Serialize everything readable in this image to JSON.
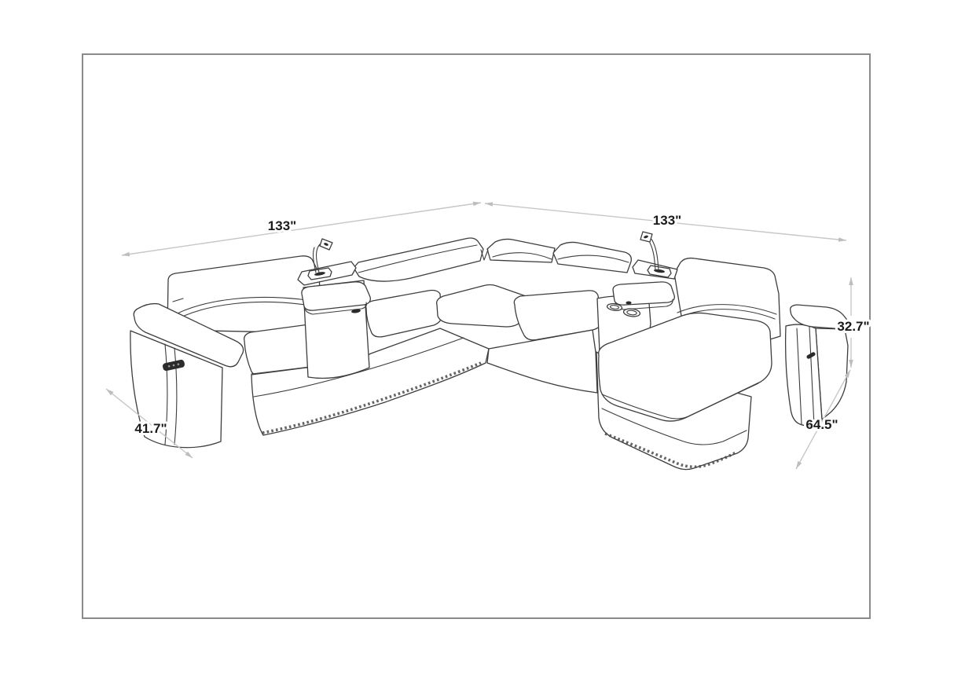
{
  "page": {
    "background": "#ffffff",
    "frame_border_color": "#8a8a8a"
  },
  "diagram": {
    "name": "sectional-sofa-dimension-diagram",
    "style": "isometric technical line drawing",
    "line_color": "#3d3d3d",
    "dimension_line_color": "#c7c7c7",
    "label_color": "#1a1a1a",
    "product": {
      "type": "U-shaped sectional sofa with chaise",
      "features": [
        "adjustable-headrests",
        "left-arm-recliner-switch",
        "left-console-with-reading-lamp-and-usb-port",
        "right-console-with-cup-holders-and-reading-lamp",
        "corner-wedge-seat",
        "chaise-lounge",
        "nailhead-base-trim",
        "right-arm-recliner-switch"
      ]
    },
    "dimensions": {
      "back_width_left": {
        "label": "133\"",
        "inches": 133,
        "name": "left wing back width"
      },
      "back_width_right": {
        "label": "133\"",
        "inches": 133,
        "name": "right wing back width"
      },
      "depth_left": {
        "label": "41.7\"",
        "inches": 41.7,
        "name": "left section depth"
      },
      "chaise_depth": {
        "label": "64.5\"",
        "inches": 64.5,
        "name": "chaise section depth"
      },
      "back_height": {
        "label": "32.7\"",
        "inches": 32.7,
        "name": "seat back height"
      }
    }
  }
}
